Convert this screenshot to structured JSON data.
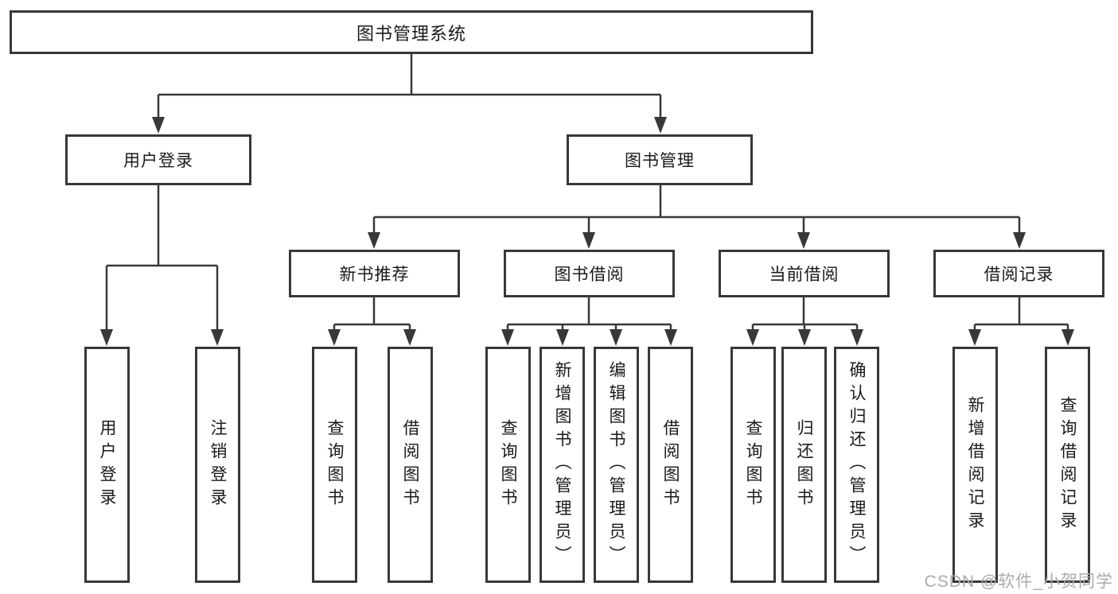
{
  "tree": {
    "root": {
      "label": "图书管理系统"
    },
    "level2": [
      {
        "label": "用户登录",
        "children": [
          {
            "label": "用户登录"
          },
          {
            "label": "注销登录"
          }
        ]
      },
      {
        "label": "图书管理"
      }
    ],
    "level3": [
      {
        "label": "新书推荐",
        "children": [
          {
            "label": "查询图书"
          },
          {
            "label": "借阅图书"
          }
        ]
      },
      {
        "label": "图书借阅",
        "children": [
          {
            "label": "查询图书"
          },
          {
            "label": "新增图书（管理员）"
          },
          {
            "label": "编辑图书（管理员）"
          },
          {
            "label": "借阅图书"
          }
        ]
      },
      {
        "label": "当前借阅",
        "children": [
          {
            "label": "查询图书"
          },
          {
            "label": "归还图书"
          },
          {
            "label": "确认归还（管理员）"
          }
        ]
      },
      {
        "label": "借阅记录",
        "children": [
          {
            "label": "新增借阅记录"
          },
          {
            "label": "查询借阅记录"
          }
        ]
      }
    ]
  },
  "watermark": {
    "text": "CSDN @软件_小贺同学"
  },
  "colors": {
    "line": "#383838",
    "box_border": "#383838",
    "text": "#1a1a1a",
    "watermark": "#ababab",
    "background": "#ffffff"
  }
}
